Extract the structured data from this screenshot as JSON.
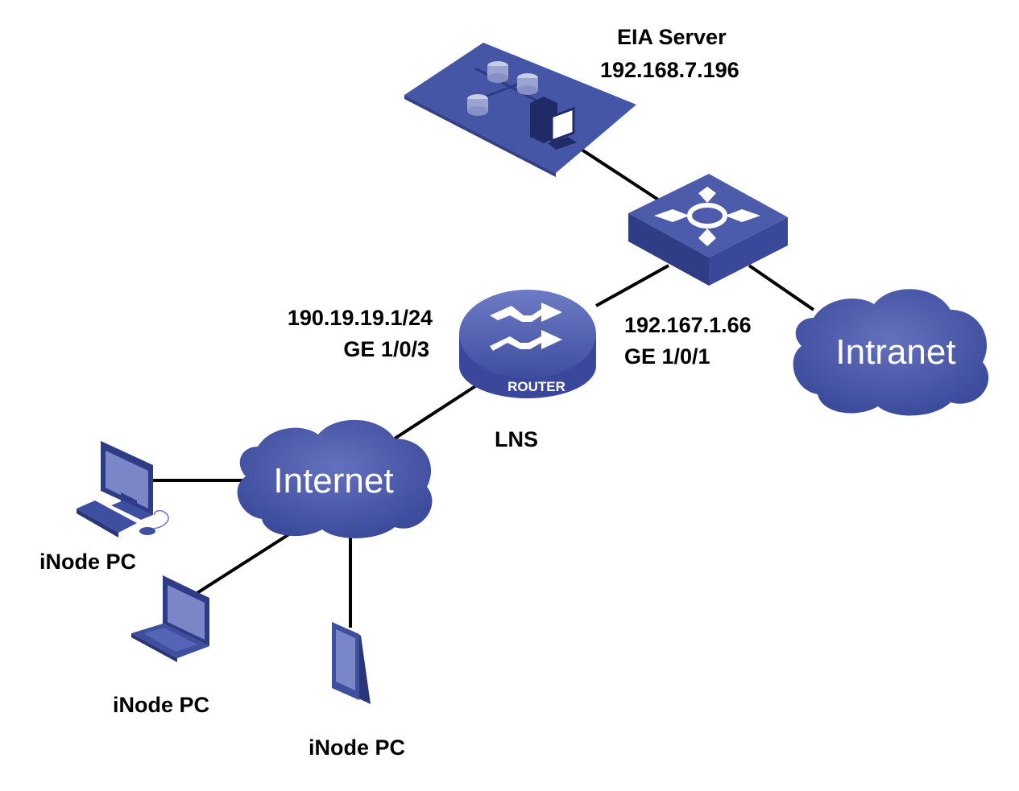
{
  "server": {
    "name": "EIA Server",
    "ip": "192.168.7.196"
  },
  "router": {
    "badge": "ROUTER",
    "name": "LNS",
    "left_ip": "190.19.19.1/24",
    "left_port": "GE 1/0/3",
    "right_ip": "192.167.1.66",
    "right_port": "GE 1/0/1"
  },
  "clouds": {
    "internet": "Internet",
    "intranet": "Intranet"
  },
  "clients": [
    {
      "label": "iNode PC"
    },
    {
      "label": "iNode PC"
    },
    {
      "label": "iNode PC"
    }
  ],
  "colors": {
    "device": "#3f4fa0",
    "device_light": "#5566b6",
    "cloud": "#4a58a6",
    "link": "#000000"
  }
}
